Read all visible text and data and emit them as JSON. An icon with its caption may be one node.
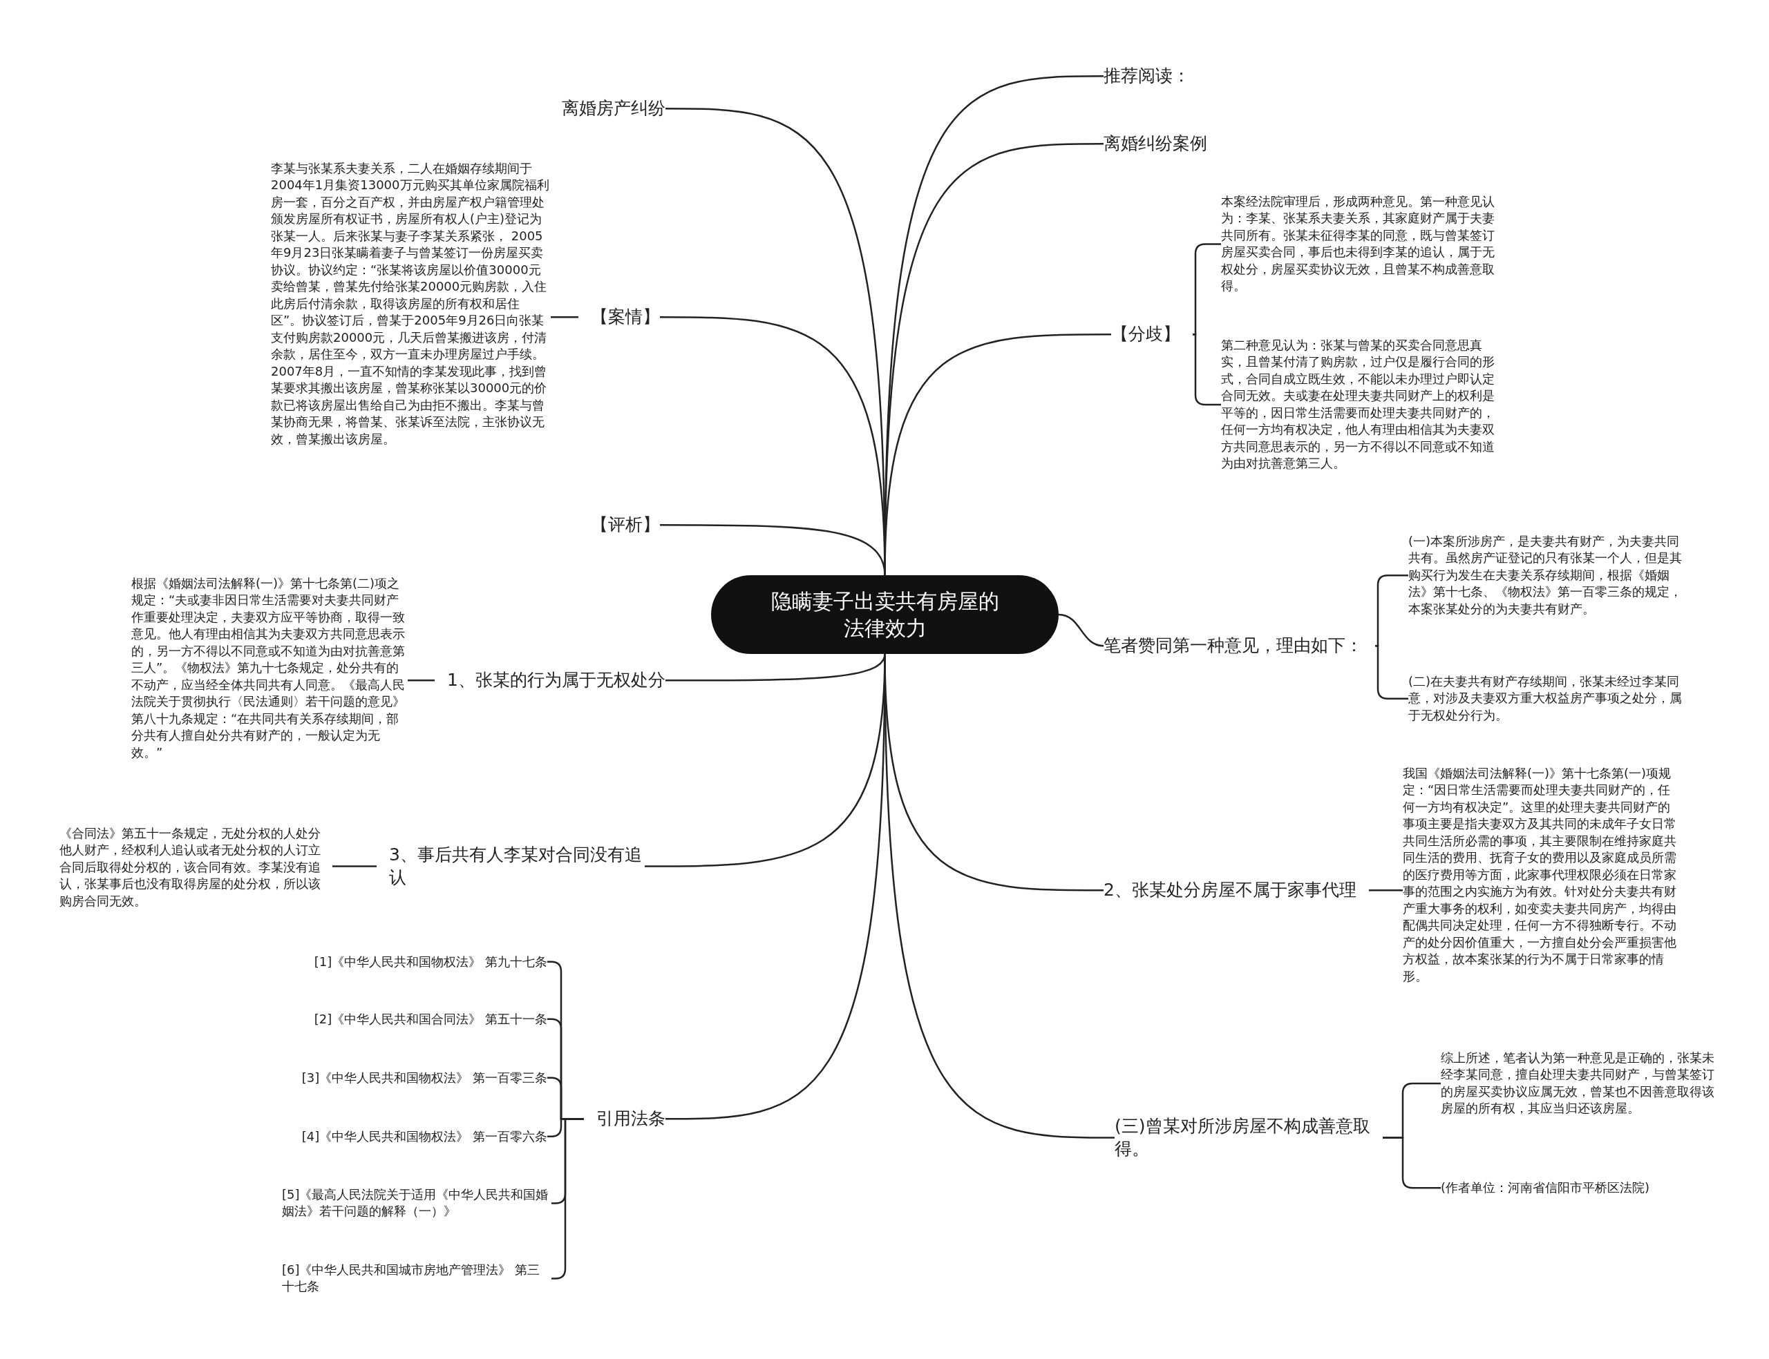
{
  "diagram": {
    "nodes": [
      {
        "text": [
          "隐瞒妻子出卖共有房屋的法律效力"
        ]
      },
      {
        "text": [
          "离婚房产纠纷"
        ]
      },
      {
        "text": [
          "【案情】"
        ]
      },
      {
        "text": [
          "李某与张某系夫妻关系，二人在婚姻存续期间于2004年1月集资13000万元购买其单位家属院福利房一套，百分之百产权，并由房屋产权户籍管理处颁发房屋所有权证书，房屋所有权人(户主)登记为张某一人。后来张某与妻子李某关系紧张， 2005年9月23日张某瞒着妻子与曾某签订一份房屋买卖协议。协议约定：“张某将该房屋以价值30000元卖给曾某，曾某先付给张某20000元购房款，入住此房后付清余款，取得该房屋的所有权和居住区”。协议签订后，曾某于2005年9月26日向张某支付购房款20000元，几天后曾某搬进该房，付清余款，居住至今，双方一直未办理房屋过户手续。2007年8月，一直不知情的李某发现此事，找到曾某要求其搬出该房屋，曾某称张某以30000元的价款已将该房屋出售给自己为由拒不搬出。李某与曾某协商无果，将曾某、张某诉至法院，主张协议无效，曾某搬出该房屋。"
        ]
      },
      {
        "text": [
          "【评析】"
        ]
      },
      {
        "text": [
          "1、张某的行为属于无权处分"
        ]
      },
      {
        "text": [
          "根据《婚姻法司法解释(一)》第十七条第(二)项之规定：“夫或妻非因日常生活需要对夫妻共同财产作重要处理决定，夫妻双方应平等协商，取得一致意见。他人有理由相信其为夫妻双方共同意思表示的，另一方不得以不同意或不知道为由对抗善意第三人”。《物权法》第九十七条规定，处分共有的不动产，应当经全体共同共有人同意。《最高人民法院关于贯彻执行〈民法通则〉若干问题的意见》第八十九条规定：“在共同共有关系存续期间，部分共有人擅自处分共有财产的，一般认定为无效。”"
        ]
      },
      {
        "text": [
          "3、事后共有人李某对合同没有追认"
        ]
      },
      {
        "text": [
          "《合同法》第五十一条规定，无处分权的人处分他人财产，经权利人追认或者无处分权的人订立合同后取得处分权的，该合同有效。李某没有追认，张某事后也没有取得房屋的处分权，所以该购房合同无效。"
        ]
      },
      {
        "text": [
          "引用法条"
        ]
      },
      {
        "text": [
          "[1]《中华人民共和国物权法》 第九十七条"
        ]
      },
      {
        "text": [
          "[2]《中华人民共和国合同法》 第五十一条"
        ]
      },
      {
        "text": [
          "[3]《中华人民共和国物权法》 第一百零三条"
        ]
      },
      {
        "text": [
          "[4]《中华人民共和国物权法》 第一百零六条"
        ]
      },
      {
        "text": [
          "[5]《最高人民法院关于适用《中华人民共和国婚姻法》若干问题的解释（一）》"
        ]
      },
      {
        "text": [
          "[6]《中华人民共和国城市房地产管理法》 第三十七条"
        ]
      },
      {
        "text": [
          "推荐阅读："
        ]
      },
      {
        "text": [
          "离婚纠纷案例"
        ]
      },
      {
        "text": [
          "【分歧】"
        ]
      },
      {
        "text": [
          "本案经法院审理后，形成两种意见。第一种意见认为：李某、张某系夫妻关系，其家庭财产属于夫妻共同所有。张某未征得李某的同意，既与曾某签订房屋买卖合同，事后也未得到李某的追认，属于无权处分，房屋买卖协议无效，且曾某不构成善意取得。"
        ]
      },
      {
        "text": [
          "第二种意见认为：张某与曾某的买卖合同意思真实，且曾某付清了购房款，过户仅是履行合同的形式，合同自成立既生效，不能以未办理过户即认定合同无效。夫或妻在处理夫妻共同财产上的权利是平等的，因日常生活需要而处理夫妻共同财产的，任何一方均有权决定，他人有理由相信其为夫妻双方共同意思表示的，另一方不得以不同意或不知道为由对抗善意第三人。"
        ]
      },
      {
        "text": [
          "笔者赞同第一种意见，理由如下："
        ]
      },
      {
        "text": [
          "(一)本案所涉房产，是夫妻共有财产，为夫妻共同共有。虽然房产证登记的只有张某一个人，但是其购买行为发生在夫妻关系存续期间，根据《婚姻法》第十七条、《物权法》第一百零三条的规定，本案张某处分的为夫妻共有财产。"
        ]
      },
      {
        "text": [
          "(二)在夫妻共有财产存续期间，张某未经过李某同意，对涉及夫妻双方重大权益房产事项之处分，属于无权处分行为。"
        ]
      },
      {
        "text": [
          "2、张某处分房屋不属于家事代理"
        ]
      },
      {
        "text": [
          "我国《婚姻法司法解释(一)》第十七条第(一)项规定：“因日常生活需要而处理夫妻共同财产的，任何一方均有权决定”。这里的处理夫妻共同财产的事项主要是指夫妻双方及其共同的未成年子女日常共同生活所必需的事项，其主要限制在维持家庭共同生活的费用、抚育子女的费用以及家庭成员所需的医疗费用等方面，此家事代理权限必须在日常家事的范围之内实施方为有效。针对处分夫妻共有财产重大事务的权利，如变卖夫妻共同房产，均得由配偶共同决定处理，任何一方不得独断专行。不动产的处分因价值重大，一方擅自处分会严重损害他方权益，故本案张某的行为不属于日常家事的情形。"
        ]
      },
      {
        "text": [
          "(三)曾某对所涉房屋不构成善意取得。"
        ]
      },
      {
        "text": [
          "综上所述，笔者认为第一种意见是正确的，张某未经李某同意，擅自处理夫妻共同财产，与曾某签订的房屋买卖协议应属无效，曾某也不因善意取得该房屋的所有权，其应当归还该房屋。"
        ]
      },
      {
        "text": [
          "(作者单位：河南省信阳市平桥区法院)"
        ]
      }
    ],
    "edges": [
      {
        "from": 0,
        "to": 1,
        "arrow": "none"
      },
      {
        "from": 0,
        "to": 2,
        "arrow": "none"
      },
      {
        "from": 2,
        "to": 3,
        "arrow": "none"
      },
      {
        "from": 0,
        "to": 4,
        "arrow": "none"
      },
      {
        "from": 0,
        "to": 5,
        "arrow": "none"
      },
      {
        "from": 5,
        "to": 6,
        "arrow": "none"
      },
      {
        "from": 0,
        "to": 7,
        "arrow": "none"
      },
      {
        "from": 7,
        "to": 8,
        "arrow": "none"
      },
      {
        "from": 0,
        "to": 9,
        "arrow": "none"
      },
      {
        "from": 9,
        "to": 10,
        "arrow": "none"
      },
      {
        "from": 9,
        "to": 11,
        "arrow": "none"
      },
      {
        "from": 9,
        "to": 12,
        "arrow": "none"
      },
      {
        "from": 9,
        "to": 13,
        "arrow": "none"
      },
      {
        "from": 9,
        "to": 14,
        "arrow": "none"
      },
      {
        "from": 9,
        "to": 15,
        "arrow": "none"
      },
      {
        "from": 0,
        "to": 16,
        "arrow": "none"
      },
      {
        "from": 0,
        "to": 17,
        "arrow": "none"
      },
      {
        "from": 0,
        "to": 18,
        "arrow": "none"
      },
      {
        "from": 18,
        "to": 19,
        "arrow": "none"
      },
      {
        "from": 18,
        "to": 20,
        "arrow": "none"
      },
      {
        "from": 0,
        "to": 21,
        "arrow": "none"
      },
      {
        "from": 21,
        "to": 22,
        "arrow": "none"
      },
      {
        "from": 21,
        "to": 23,
        "arrow": "none"
      },
      {
        "from": 0,
        "to": 24,
        "arrow": "none"
      },
      {
        "from": 24,
        "to": 25,
        "arrow": "none"
      },
      {
        "from": 0,
        "to": 26,
        "arrow": "none"
      },
      {
        "from": 26,
        "to": 27,
        "arrow": "none"
      },
      {
        "from": 26,
        "to": 28,
        "arrow": "none"
      }
    ]
  }
}
